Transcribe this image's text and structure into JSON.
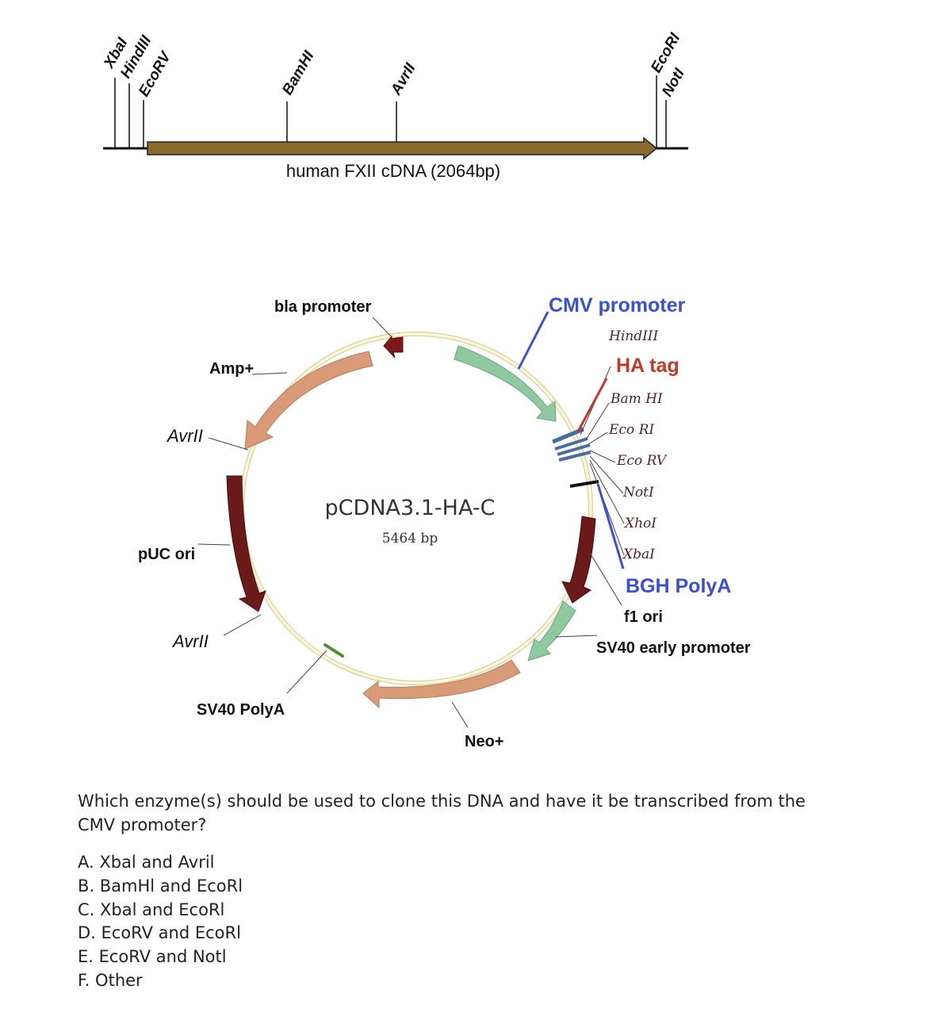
{
  "linear_map": {
    "insert_label": "human FXII cDNA (2064bp)",
    "sites": [
      "XbaI",
      "HindIII",
      "EcoRV",
      "BamHI",
      "AvrII",
      "EcoRI",
      "NotI"
    ],
    "site_labels": {
      "xbai": "XbaI",
      "hindiii": "HindIII",
      "ecorv": "EcoRV",
      "bamhi": "BamHI",
      "avrii": "AvrII",
      "ecori": "EcoRI",
      "noti": "NotI"
    },
    "insert_color": "#8b6b2b"
  },
  "plasmid": {
    "name": "pCDNA3.1-HA-C",
    "size": "5464 bp",
    "features": {
      "bla_promoter": "bla promoter",
      "amp": "Amp+",
      "avrii_top": "AvrII",
      "puc_ori": "pUC ori",
      "avrii_bottom": "AvrII",
      "sv40_polya": "SV40 PolyA",
      "neo": "Neo+",
      "sv40_early_promoter": "SV40 early promoter",
      "f1_ori": "f1 ori",
      "bgh_polya": "BGH  PolyA",
      "cmv_promoter": "CMV promoter",
      "ha_tag": "HA tag"
    },
    "mcs_sites": {
      "hindiii": "HindIII",
      "bamhi": "Bam HI",
      "ecori": "Eco RI",
      "ecorv": "Eco RV",
      "noti": "NotI",
      "xhoi": "XhoI",
      "xbai": "XbaI"
    },
    "colors": {
      "cmv": "#3a4fd6",
      "ha": "#c0392b",
      "bgh": "#3a4fd6",
      "resistance": "#d99a78",
      "ori": "#6b1a1a",
      "promoter_green": "#8fc9a0",
      "backbone": "#f5efb8"
    }
  },
  "question": {
    "text": "Which enzyme(s) should be used  to clone this DNA and have it be transcribed from the CMV promoter?",
    "options": [
      "A. Xbal and Avril",
      "B. BamHl and EcoRl",
      "C. Xbal and EcoRl",
      "D. EcoRV and EcoRl",
      "E. EcoRV and Notl",
      "F. Other"
    ]
  }
}
